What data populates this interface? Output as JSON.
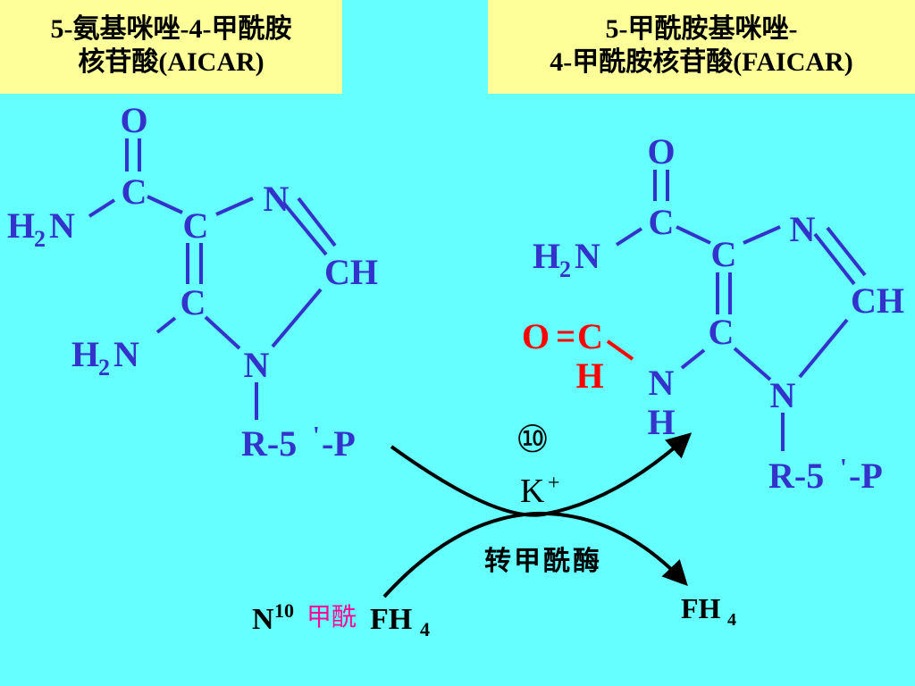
{
  "left_title": {
    "line1": "5-氨基咪唑-4-甲酰胺",
    "line2": "核苷酸(AICAR)"
  },
  "right_title": {
    "line1": "5-甲酰胺基咪唑-",
    "line2": "4-甲酰胺核苷酸(FAICAR)"
  },
  "aicar": {
    "o": "O",
    "c_carbonyl": "C",
    "h2n_amide": "H",
    "h2n_amide_sub": "2",
    "h2n_amide_n": "N",
    "c4": "C",
    "n3": "N",
    "ch": "CH",
    "c5": "C",
    "h2n_amine": "H",
    "h2n_amine_sub": "2",
    "h2n_amine_n": "N",
    "n1": "N",
    "ribose": "R-5",
    "ribose_prime": "'",
    "ribose_p": "-P"
  },
  "faicar": {
    "o": "O",
    "c_carbonyl": "C",
    "h2n_amide": "H",
    "h2n_amide_sub": "2",
    "h2n_amide_n": "N",
    "c4": "C",
    "n3": "N",
    "ch": "CH",
    "c5": "C",
    "formyl_o": "O",
    "formyl_c": "C",
    "formyl_h": "H",
    "nh_n": "N",
    "nh_h": "H",
    "n1": "N",
    "ribose": "R-5",
    "ribose_prime": "'",
    "ribose_p": "-P"
  },
  "reaction": {
    "step": "⑩",
    "cofactor": "K",
    "cofactor_sup": "+",
    "enzyme": "转甲酰酶",
    "donor_n": "N",
    "donor_sup": "10",
    "donor_formyl": "甲酰",
    "donor_fh": "FH",
    "donor_sub": "4",
    "product_fh": "FH",
    "product_sub": "4"
  },
  "colors": {
    "background": "#66FFFF",
    "title_box": "#FFFF99",
    "structure": "#3333CC",
    "formyl": "#FF0000",
    "donor_formyl": "#FF0099",
    "text": "#000000"
  }
}
